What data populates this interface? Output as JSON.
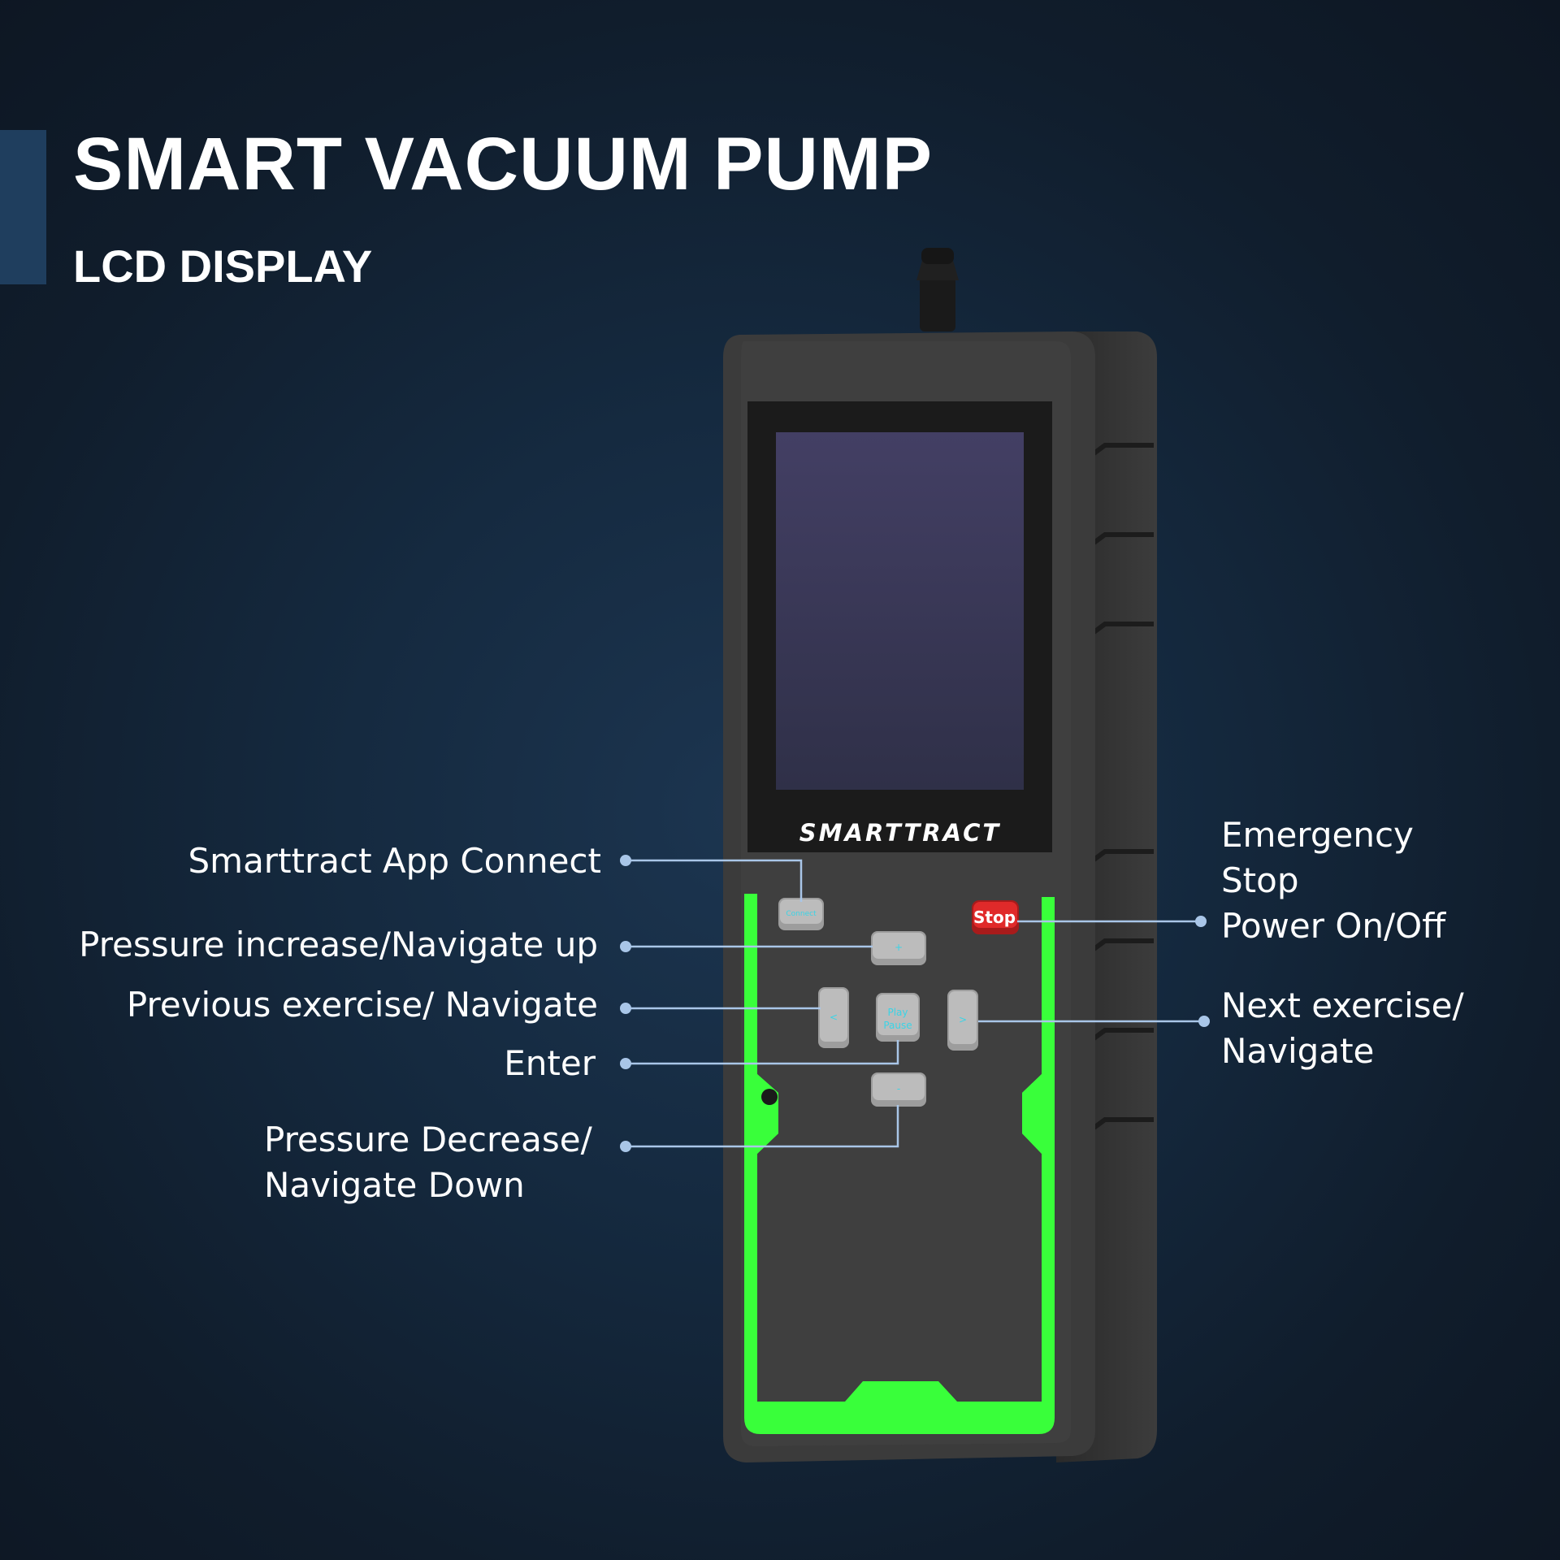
{
  "header": {
    "title": "SMART VACUUM PUMP",
    "subtitle": "LCD DISPLAY"
  },
  "device": {
    "brand": "SMARTTRACT",
    "buttons": {
      "connect": "Connect",
      "stop": "Stop",
      "play_pause_line1": "Play",
      "play_pause_line2": "Pause",
      "up": "+",
      "down": "-",
      "left": "<",
      "right": ">"
    },
    "colors": {
      "accent_green": "#39ff3a",
      "body": "#3a3a3a",
      "screen": "#3a3a58",
      "stop_red": "#e02a2a",
      "callout_line": "#a9c6e8"
    }
  },
  "callouts": {
    "app_connect": "Smarttract App Connect",
    "pressure_up": "Pressure increase/Navigate up",
    "previous": "Previous exercise/ Navigate",
    "enter": "Enter",
    "pressure_down_line1": "Pressure Decrease/",
    "pressure_down_line2": "Navigate Down",
    "emergency_line1": "Emergency",
    "emergency_line2": "Stop",
    "emergency_line3": "Power On/Off",
    "next_line1": "Next exercise/",
    "next_line2": "Navigate"
  }
}
